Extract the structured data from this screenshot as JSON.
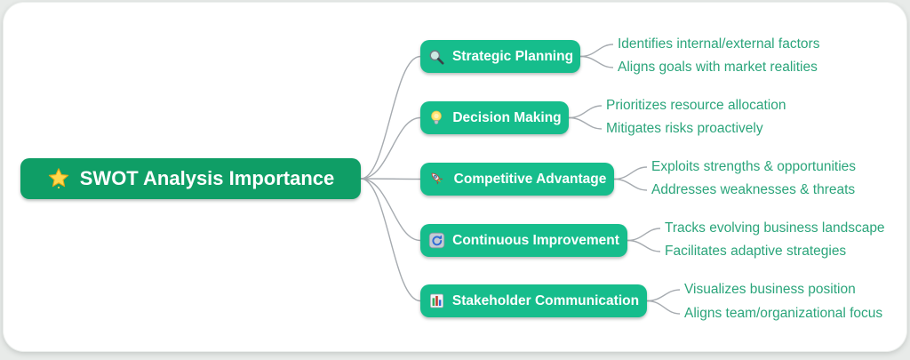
{
  "root": {
    "label": "SWOT Analysis Importance",
    "icon": "🌟",
    "icon_name": "glowing-star-icon"
  },
  "topics": [
    {
      "label": "Strategic Planning",
      "icon": "🔍",
      "icon_name": "magnifier-icon",
      "children": [
        {
          "label": "Identifies internal/external factors"
        },
        {
          "label": "Aligns goals with market realities"
        }
      ]
    },
    {
      "label": "Decision Making",
      "icon": "💡",
      "icon_name": "light-bulb-icon",
      "children": [
        {
          "label": "Prioritizes resource allocation"
        },
        {
          "label": "Mitigates risks proactively"
        }
      ]
    },
    {
      "label": "Competitive Advantage",
      "icon": "🚀",
      "icon_name": "rocket-icon",
      "children": [
        {
          "label": "Exploits strengths & opportunities"
        },
        {
          "label": "Addresses weaknesses & threats"
        }
      ]
    },
    {
      "label": "Continuous Improvement",
      "icon": "🔄",
      "icon_name": "cycle-arrows-icon",
      "children": [
        {
          "label": "Tracks evolving business landscape"
        },
        {
          "label": "Facilitates adaptive strategies"
        }
      ]
    },
    {
      "label": "Stakeholder Communication",
      "icon": "📊",
      "icon_name": "bar-chart-icon",
      "children": [
        {
          "label": "Visualizes business position"
        },
        {
          "label": "Aligns team/organizational focus"
        }
      ]
    }
  ],
  "colors": {
    "root_node_bg": "#0F9E66",
    "topic_node_bg": "#16BD8C",
    "leaf_text": "#2BA57B",
    "connector_line": "#A6ABB0",
    "canvas_bg": "#FFFFFF",
    "page_bg": "#E8EBE9"
  }
}
